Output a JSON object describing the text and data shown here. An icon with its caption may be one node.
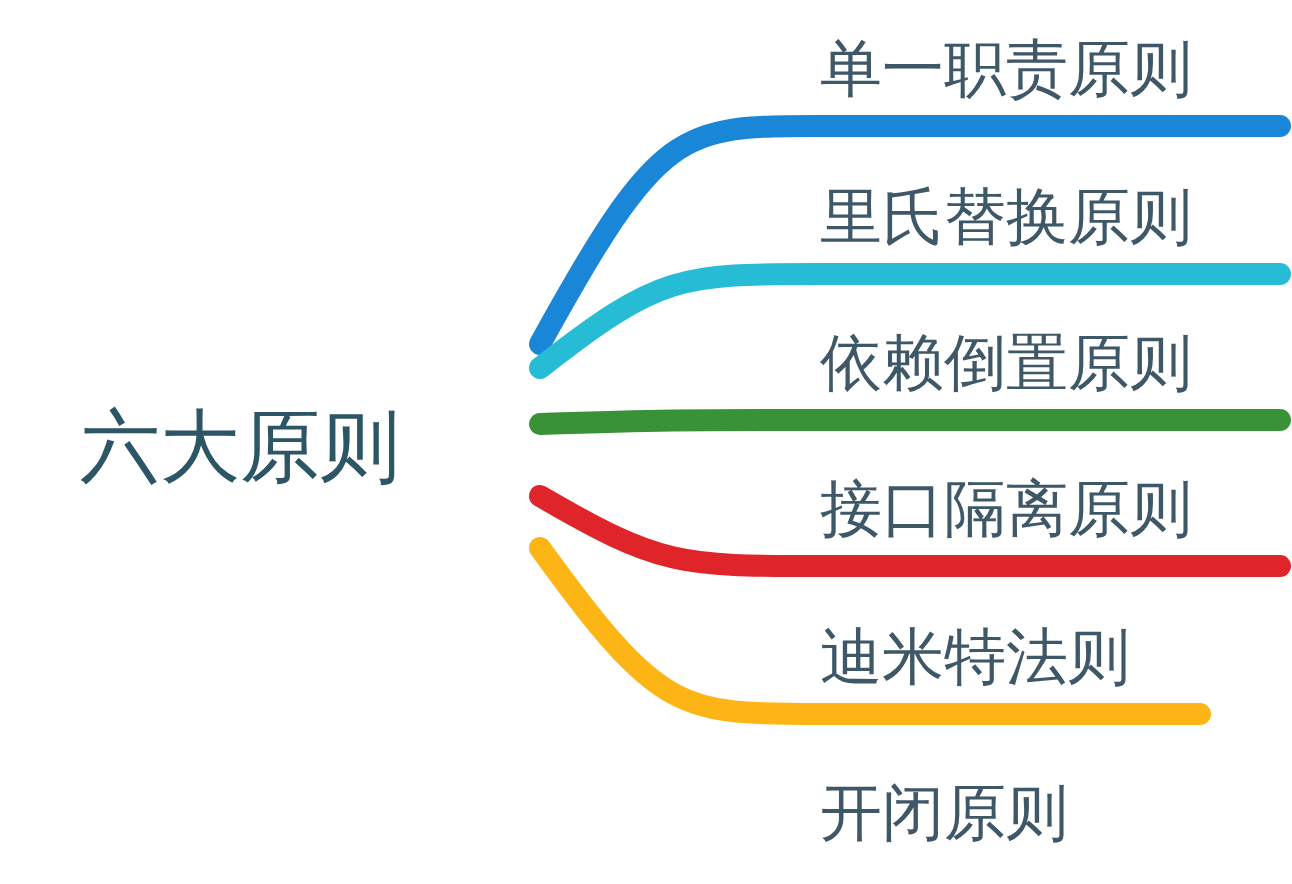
{
  "diagram": {
    "nodes": [
      {
        "text": [
          "六大原则"
        ]
      },
      {
        "text": [
          "单一职责原则"
        ]
      },
      {
        "text": [
          "里氏替换原则"
        ]
      },
      {
        "text": [
          "依赖倒置原则"
        ]
      },
      {
        "text": [
          "接口隔离原则"
        ]
      },
      {
        "text": [
          "迪米特法则"
        ]
      }
    ],
    "edges": [
      {
        "from": 0,
        "to": 1,
        "arrow": "none",
        "color": "#1a86d8"
      },
      {
        "from": 0,
        "to": 2,
        "arrow": "none",
        "color": "#26bcd5"
      },
      {
        "from": 0,
        "to": 3,
        "arrow": "none",
        "color": "#3a9238"
      },
      {
        "from": 0,
        "to": 4,
        "arrow": "none",
        "color": "#e0252a"
      },
      {
        "from": 0,
        "to": 5,
        "arrow": "none",
        "color": "#fdb515"
      }
    ],
    "labels": [
      "开闭原则"
    ]
  }
}
